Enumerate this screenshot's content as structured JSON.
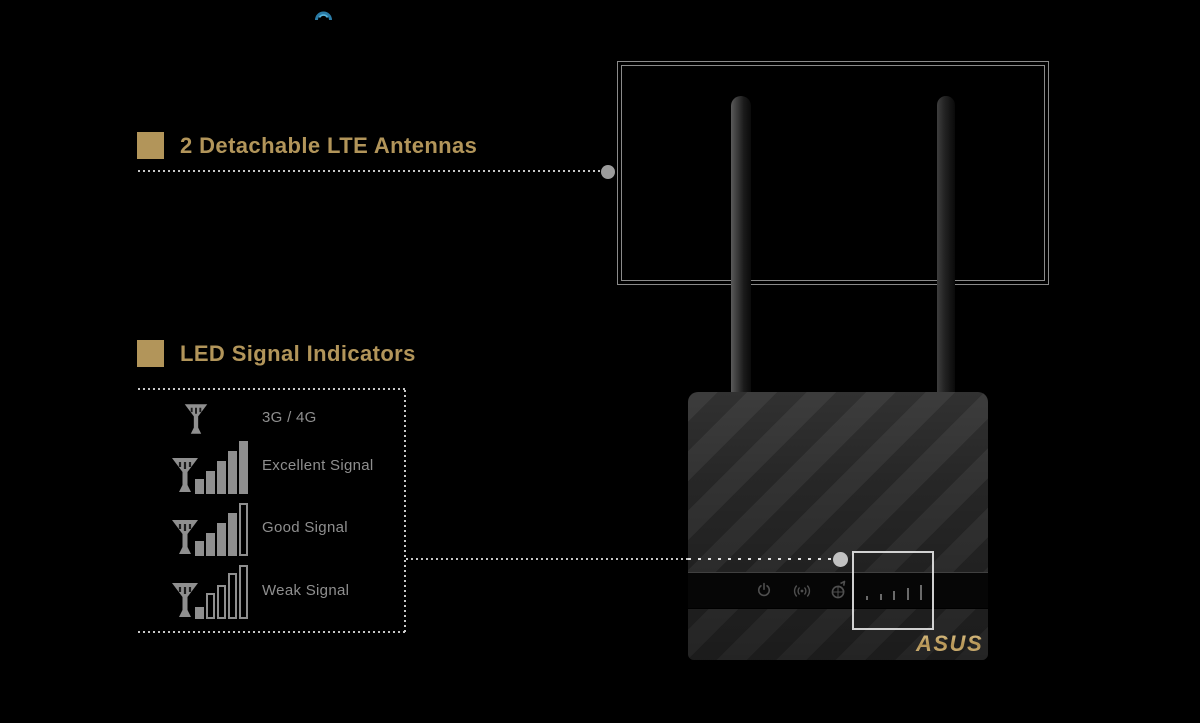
{
  "callout_antennas": {
    "label": "2 Detachable LTE Antennas"
  },
  "callout_led": {
    "label": "LED Signal Indicators"
  },
  "legend": {
    "rows": [
      {
        "name": "3g-4g",
        "label": "3G / 4G",
        "bars": {
          "heights": [],
          "filled": 0
        }
      },
      {
        "name": "excellent",
        "label": "Excellent Signal",
        "bars": {
          "heights": [
            15,
            23,
            33,
            43,
            53
          ],
          "filled": 5
        }
      },
      {
        "name": "good",
        "label": "Good Signal",
        "bars": {
          "heights": [
            15,
            23,
            33,
            43,
            53
          ],
          "filled": 4
        }
      },
      {
        "name": "weak",
        "label": "Weak Signal",
        "bars": {
          "heights": [
            12,
            26,
            34,
            46,
            54
          ],
          "filled": 1
        }
      }
    ]
  },
  "router": {
    "brand": "ASUS",
    "panel_icons": [
      "power",
      "wifi",
      "internet",
      "signal-leds"
    ],
    "leds": {
      "heights": [
        4,
        6,
        9,
        12,
        15
      ],
      "filled": 5
    }
  },
  "colors": {
    "accent_gold": "#b2955a",
    "logo_gold": "#c4a465",
    "legend_gray": "#8f8f8f",
    "dotted_line": "#d2d2d2",
    "background": "#000000"
  }
}
